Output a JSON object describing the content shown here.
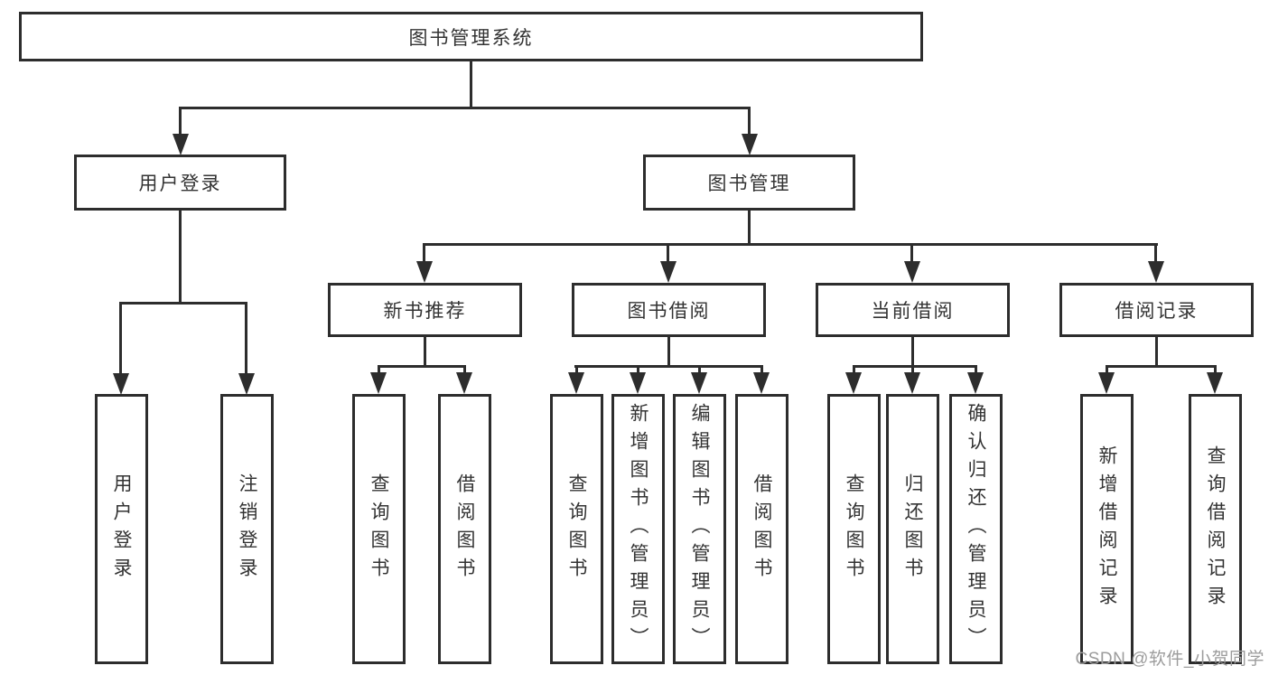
{
  "diagram": {
    "type": "tree",
    "root": {
      "label": "图书管理系统"
    },
    "branches": [
      {
        "label": "用户登录",
        "children": [
          {
            "label": "用户登录"
          },
          {
            "label": "注销登录"
          }
        ]
      },
      {
        "label": "图书管理",
        "children": [
          {
            "label": "新书推荐",
            "children": [
              {
                "label": "查询图书"
              },
              {
                "label": "借阅图书"
              }
            ]
          },
          {
            "label": "图书借阅",
            "children": [
              {
                "label": "查询图书"
              },
              {
                "label": "新增图书（管理员）"
              },
              {
                "label": "编辑图书（管理员）"
              },
              {
                "label": "借阅图书"
              }
            ]
          },
          {
            "label": "当前借阅",
            "children": [
              {
                "label": "查询图书"
              },
              {
                "label": "归还图书"
              },
              {
                "label": "确认归还（管理员）"
              }
            ]
          },
          {
            "label": "借阅记录",
            "children": [
              {
                "label": "新增借阅记录"
              },
              {
                "label": "查询借阅记录"
              }
            ]
          }
        ]
      }
    ]
  },
  "watermark": {
    "text": "CSDN @软件_小贺同学",
    "color": "#9c9c9c"
  },
  "colors": {
    "line": "#2d2d2d",
    "text": "#333333",
    "node_background": "#ffffff",
    "page_background": "#ffffff"
  }
}
